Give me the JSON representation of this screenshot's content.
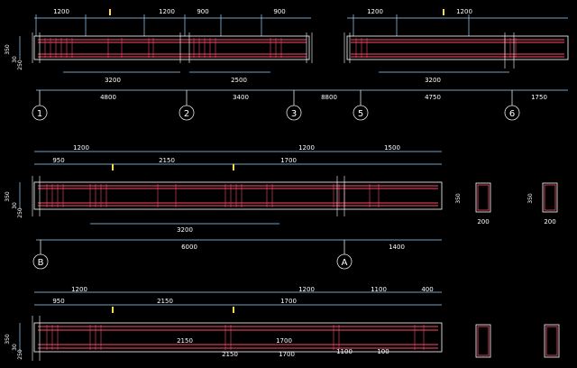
{
  "beam1": {
    "top_dims": [
      "1200",
      "1200",
      "900",
      "900",
      "1200",
      "1200"
    ],
    "left_dims": [
      "350",
      "30",
      "250"
    ],
    "inner_dims": [
      "3200",
      "2500",
      "3200"
    ],
    "span_dims": [
      "4800",
      "3400",
      "8800",
      "4750",
      "1750"
    ],
    "axes": [
      "1",
      "2",
      "3",
      "5",
      "6"
    ]
  },
  "beam2": {
    "top_dims": [
      "1200",
      "950",
      "2150",
      "1200",
      "1700",
      "1500"
    ],
    "left_dims": [
      "350",
      "30",
      "250"
    ],
    "inner_dims": [
      "3200"
    ],
    "span_dims": [
      "6000",
      "1400"
    ],
    "axes": [
      "B",
      "A"
    ]
  },
  "beam3": {
    "top_dims": [
      "1200",
      "950",
      "2150",
      "1200",
      "1700",
      "1100",
      "400"
    ],
    "left_dims": [
      "350",
      "30",
      "250"
    ],
    "bottom_dims": [
      "2150",
      "1700",
      "2150",
      "1700",
      "1100",
      "100"
    ]
  },
  "sections": {
    "dims": [
      "350",
      "200",
      "350",
      "200"
    ]
  },
  "colors": {
    "background": "#000000",
    "dimension": "#9ad4ff",
    "rebar": "#ff4a6e",
    "outline": "#ffffff",
    "axis": "#e6e6e6",
    "tag": "#ffd84a"
  }
}
